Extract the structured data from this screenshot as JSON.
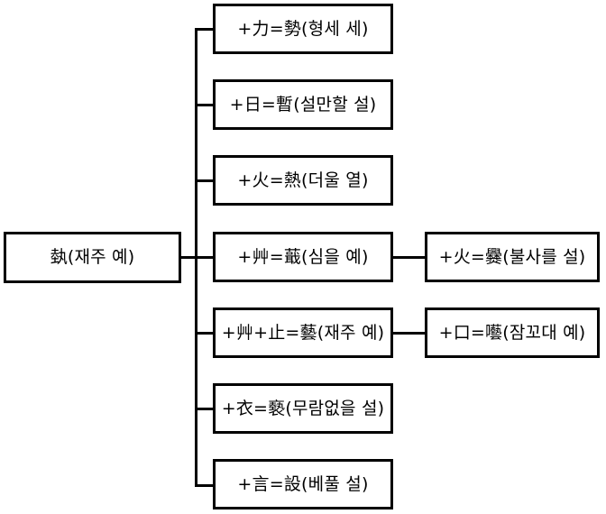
{
  "diagram": {
    "title": "埶 character derivation tree",
    "type": "tree",
    "line_color": "#000000",
    "box_border_color": "#000000",
    "background_color": "#ffffff",
    "text_color": "#000000"
  },
  "root": {
    "label": "埶(재주 예)"
  },
  "branches": [
    {
      "label": "+力=勢(형세 세)"
    },
    {
      "label": "+日=暫(설만할 설)"
    },
    {
      "label": "+火=熱(더울 열)"
    },
    {
      "label": "+艸=蕺(심을 예)"
    },
    {
      "label": "+艸+止=藝(재주 예)"
    },
    {
      "label": "+衣=褻(무람없을 설)"
    },
    {
      "label": "+言=設(베풀 설)"
    }
  ],
  "leaves": [
    {
      "label": "+火=爨(불사를 설)"
    },
    {
      "label": "+口=囈(잠꼬대 예)"
    }
  ]
}
